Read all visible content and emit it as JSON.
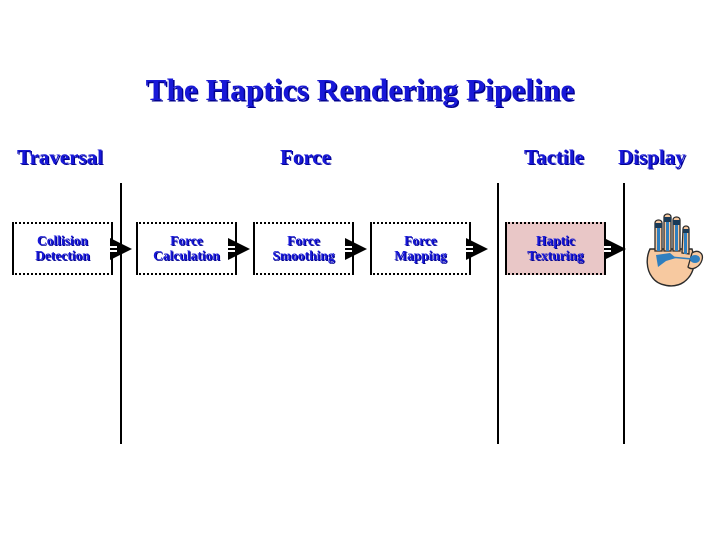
{
  "slide": {
    "title": "The Haptics Rendering Pipeline",
    "background_color": "#ffffff",
    "text_color": "#1818d8",
    "shadow_color": "#00008f",
    "accent_fill_color": "#e9c7c7",
    "line_color": "#000000"
  },
  "stage_headings": [
    {
      "id": "traversal",
      "label": "Traversal"
    },
    {
      "id": "force",
      "label": "Force"
    },
    {
      "id": "tactile",
      "label": "Tactile"
    },
    {
      "id": "display",
      "label": "Display"
    }
  ],
  "dividers": [
    {
      "id": "divider-1"
    },
    {
      "id": "divider-2"
    },
    {
      "id": "divider-3"
    }
  ],
  "pipeline": {
    "boxes": [
      {
        "id": "collision-detection",
        "line1": "Collision",
        "line2": "Detection",
        "filled": false
      },
      {
        "id": "force-calculation",
        "line1": "Force",
        "line2": "Calculation",
        "filled": false
      },
      {
        "id": "force-smoothing",
        "line1": "Force",
        "line2": "Smoothing",
        "filled": false
      },
      {
        "id": "force-mapping",
        "line1": "Force",
        "line2": "Mapping",
        "filled": false
      },
      {
        "id": "haptic-texturing",
        "line1": "Haptic",
        "line2": "Texturing",
        "filled": true
      }
    ],
    "arrows": [
      {
        "id": "arrow-1"
      },
      {
        "id": "arrow-2"
      },
      {
        "id": "arrow-3"
      },
      {
        "id": "arrow-4"
      },
      {
        "id": "arrow-5"
      }
    ]
  },
  "illustration": {
    "name": "data-glove-hand",
    "skin_color": "#f7c9a0",
    "sensor_color": "#2f7fbf",
    "band_color": "#1a3a57"
  }
}
